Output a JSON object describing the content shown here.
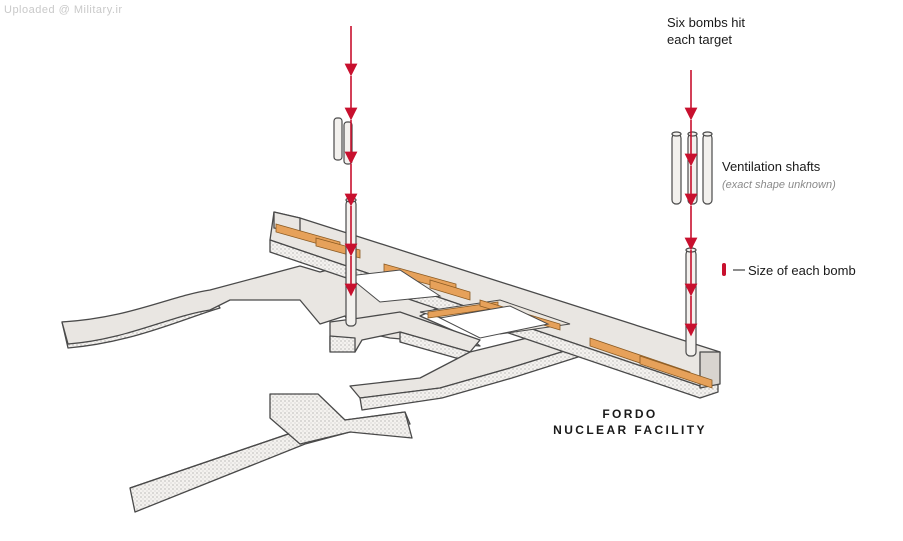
{
  "watermark": "Uploaded @ Military.ir",
  "labels": {
    "bombs_line1": "Six bombs hit",
    "bombs_line2": "each target",
    "shafts": "Ventilation shafts",
    "shafts_note": "(exact shape unknown)",
    "bomb_size": "Size of each bomb",
    "facility_line1": "FORDO",
    "facility_line2": "NUCLEAR FACILITY"
  },
  "colors": {
    "arrow": "#c8102e",
    "tunnel_fill": "#e9e6e2",
    "tunnel_stroke": "#4a4a4a",
    "hall_fill": "#e6a15a",
    "stipple": "#9a9a9a"
  }
}
